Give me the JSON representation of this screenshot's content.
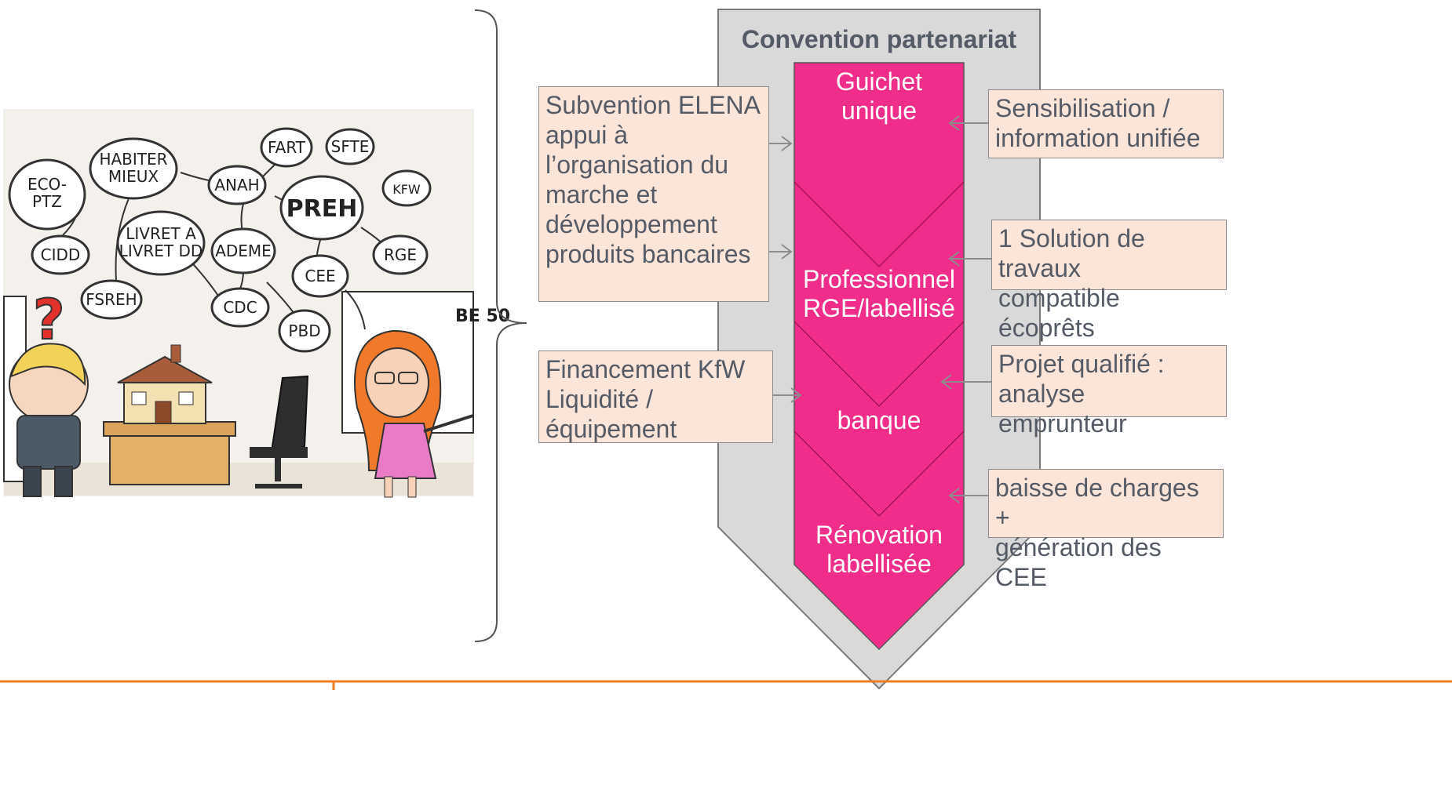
{
  "title": "Convention partenariat",
  "stages": [
    "Guichet\nunique",
    "Professionnel\nRGE/labellisé",
    "banque",
    "Rénovation\nlabellisée"
  ],
  "left_boxes": [
    "Subvention ELENA\nappui à\nl’organisation du\nmarche et\ndéveloppement\nproduits bancaires",
    "Financement KfW\nLiquidité /\néquipement"
  ],
  "right_boxes": [
    "Sensibilisation /\ninformation unifiée",
    "1 Solution de travaux\ncompatible écoprêts",
    "Projet qualifié :\nanalyse emprunteur",
    "baisse de charges +\ngénération des CEE"
  ],
  "cartoon": {
    "bubbles": [
      "ECO-\nPTZ",
      "HABITER\nMIEUX",
      "FART",
      "SFTE",
      "ANAH",
      "PREH",
      "KFW",
      "CIDD",
      "LIVRET A\nLIVRET DD",
      "ADEME",
      "RGE",
      "CEE",
      "FSREH",
      "CDC",
      "PBD"
    ],
    "question_mark": "?",
    "board_text": "BE\n50"
  },
  "colors": {
    "accent": "#f12d8b",
    "chevron_gray": "#d9d9d9",
    "box_fill": "#fbe4d8",
    "footer_line": "#ef7d22"
  }
}
